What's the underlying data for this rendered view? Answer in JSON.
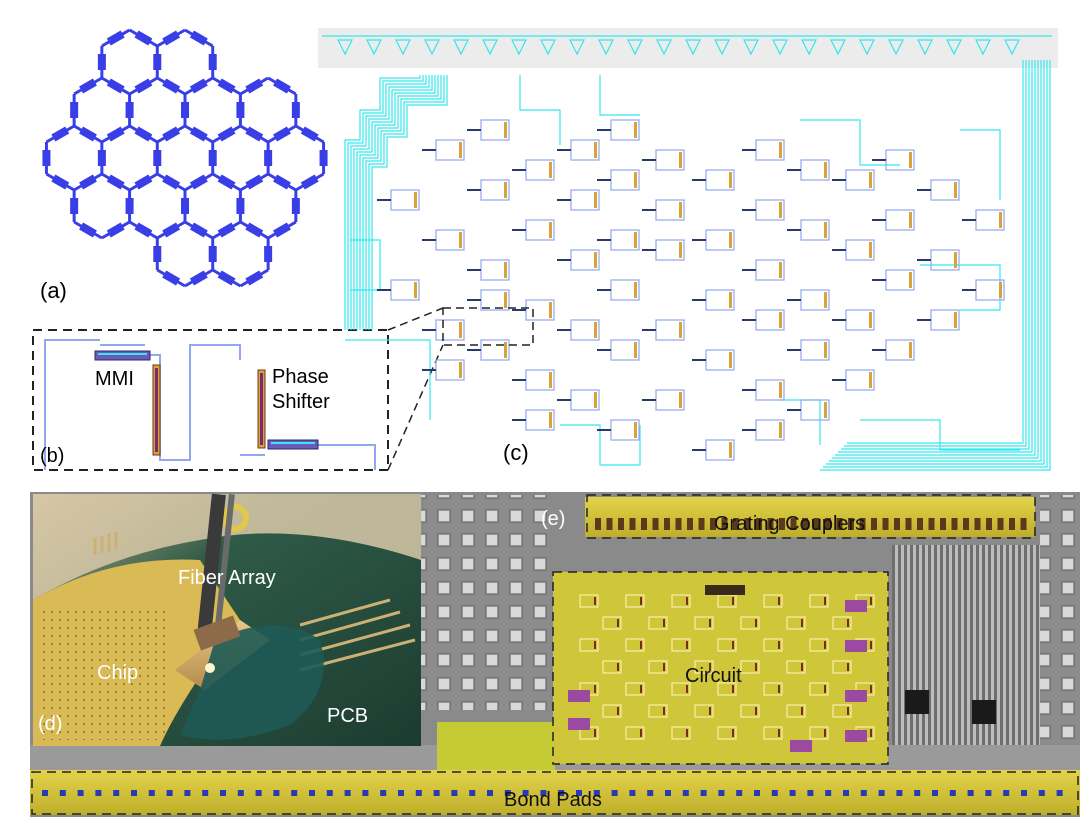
{
  "panels": {
    "a": {
      "label": "(a)",
      "mesh_color": "#3a3ee6"
    },
    "b": {
      "label": "(b)",
      "mmi": "MMI",
      "phase_line1": "Phase",
      "phase_line2": "Shifter"
    },
    "c": {
      "label": "(c)",
      "waveguide_color": "#33e8ee",
      "mzi_color": "#8fa6f0",
      "heater_color": "#d9a23a"
    },
    "d": {
      "label": "(d)",
      "fiber_array": "Fiber Array",
      "chip": "Chip",
      "pcb": "PCB"
    },
    "e": {
      "label": "(e)",
      "grating_couplers": "Grating Couplers",
      "circuit": "Circuit",
      "bond_pads": "Bond Pads"
    }
  },
  "colors": {
    "gold": "#d6c23a",
    "dark_gray": "#3a3a3a",
    "pcb_green": "#1f4a3a",
    "dash": "#222222"
  }
}
